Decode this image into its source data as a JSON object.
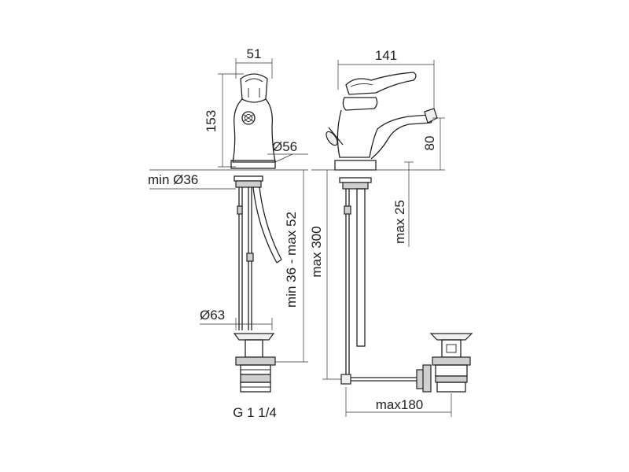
{
  "dimensions": {
    "side_width": "51",
    "side_height": "153",
    "diameter_body": "Ø56",
    "min_hole": "min Ø36",
    "deck_range": "min 36 - max 52",
    "drain_diameter": "Ø63",
    "thread": "G 1 1/4",
    "front_width": "141",
    "front_height": "80",
    "max_300": "max 300",
    "max_25": "max 25",
    "max_180": "max180"
  },
  "colors": {
    "line": "#222222",
    "fill_grey": "#cfcfcf",
    "fill_light": "#efefef"
  }
}
